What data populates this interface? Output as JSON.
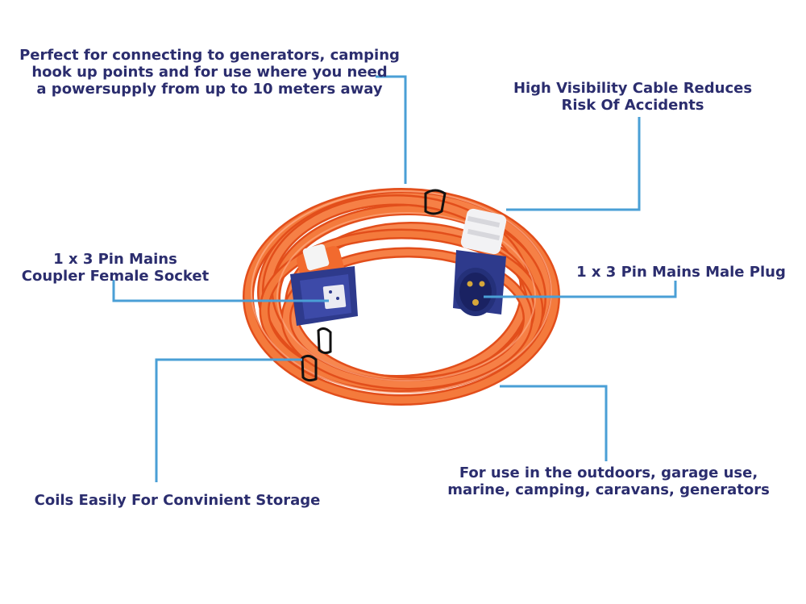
{
  "callouts": {
    "generators": "Perfect for connecting to generators, camping\nhook up points and for use where you need\na powersupply from up to 10 meters away",
    "visibility": "High Visibility Cable Reduces\nRisk Of Accidents",
    "socket": "1 x 3 Pin Mains\nCoupler Female Socket",
    "plug": "1 x 3 Pin Mains Male Plug",
    "storage": "Coils Easily For Convinient Storage",
    "outdoors": "For use in the outdoors, garage use,\nmarine, camping, caravans, generators"
  },
  "colors": {
    "text": "#2b2d6e",
    "leader_line": "#4a9fd6",
    "cable": "#f26a2e",
    "connector": "#2e3a8c",
    "background": "#ffffff"
  }
}
